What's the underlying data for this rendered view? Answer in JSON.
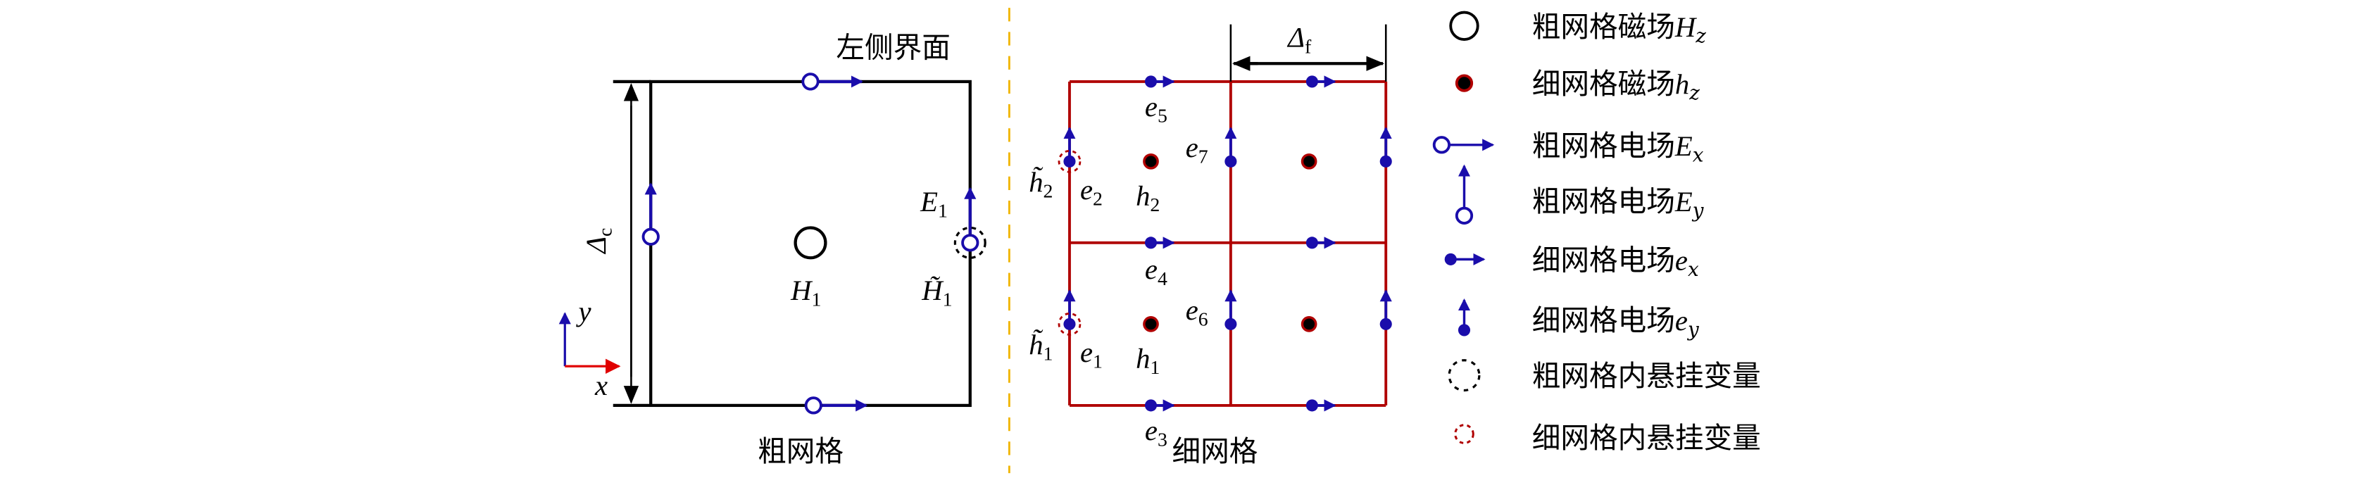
{
  "coarse": {
    "title": "粗网格",
    "interface_label": "左侧界面",
    "delta": {
      "main": "Δ",
      "sub": "c"
    },
    "H1": {
      "main": "H",
      "sub": "1"
    },
    "H1_tilde": {
      "main": "H̃",
      "sub": "1"
    },
    "E1": {
      "main": "E",
      "sub": "1"
    },
    "axis_x": "x",
    "axis_y": "y"
  },
  "fine": {
    "title": "细网格",
    "delta": {
      "main": "Δ",
      "sub": "f"
    },
    "labels": {
      "e1": {
        "main": "e",
        "sub": "1"
      },
      "e2": {
        "main": "e",
        "sub": "2"
      },
      "e3": {
        "main": "e",
        "sub": "3"
      },
      "e4": {
        "main": "e",
        "sub": "4"
      },
      "e5": {
        "main": "e",
        "sub": "5"
      },
      "e6": {
        "main": "e",
        "sub": "6"
      },
      "e7": {
        "main": "e",
        "sub": "7"
      },
      "h1": {
        "main": "h",
        "sub": "1"
      },
      "h2": {
        "main": "h",
        "sub": "2"
      },
      "h1_tilde": {
        "main": "h̃",
        "sub": "1"
      },
      "h2_tilde": {
        "main": "h̃",
        "sub": "2"
      }
    }
  },
  "legend": [
    {
      "text": "粗网格磁场",
      "var": "H",
      "sub": "z",
      "icon": "open-circle"
    },
    {
      "text": "细网格磁场",
      "var": "h",
      "sub": "z",
      "icon": "filled-dot"
    },
    {
      "text": "粗网格电场",
      "var": "E",
      "sub": "x",
      "icon": "open-circle-arrow-right"
    },
    {
      "text": "粗网格电场",
      "var": "E",
      "sub": "y",
      "icon": "open-circle-arrow-up"
    },
    {
      "text": "细网格电场",
      "var": "e",
      "sub": "x",
      "icon": "dot-arrow-right"
    },
    {
      "text": "细网格电场",
      "var": "e",
      "sub": "y",
      "icon": "dot-arrow-up"
    },
    {
      "text": "粗网格内悬挂变量",
      "icon": "dashed-black-circle"
    },
    {
      "text": "细网格内悬挂变量",
      "icon": "dashed-red-circle"
    }
  ],
  "colors": {
    "blue": "#1a0dab",
    "red": "#b00000",
    "black": "#000000",
    "orange": "#f0b400",
    "axis_x": "#e00000"
  }
}
